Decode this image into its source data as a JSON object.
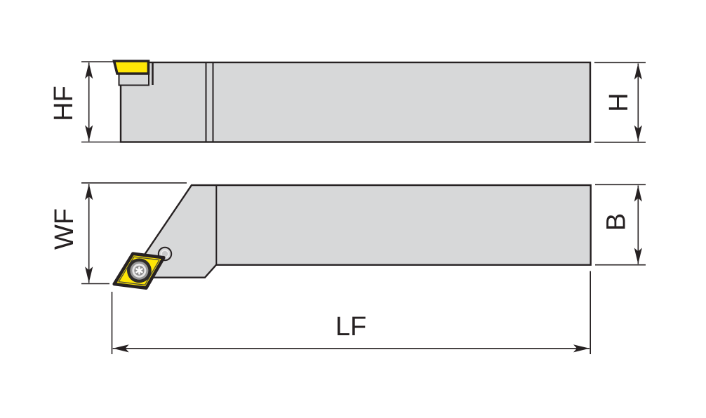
{
  "drawing": {
    "dimension_labels": {
      "hf": "HF",
      "h": "H",
      "wf": "WF",
      "b": "B",
      "lf": "LF"
    },
    "colors": {
      "line": "#262122",
      "body_fill": "#d7d8d9",
      "insert_fill": "#ffe606",
      "screw_dark": "#2e2c2b",
      "background": "#ffffff"
    }
  }
}
